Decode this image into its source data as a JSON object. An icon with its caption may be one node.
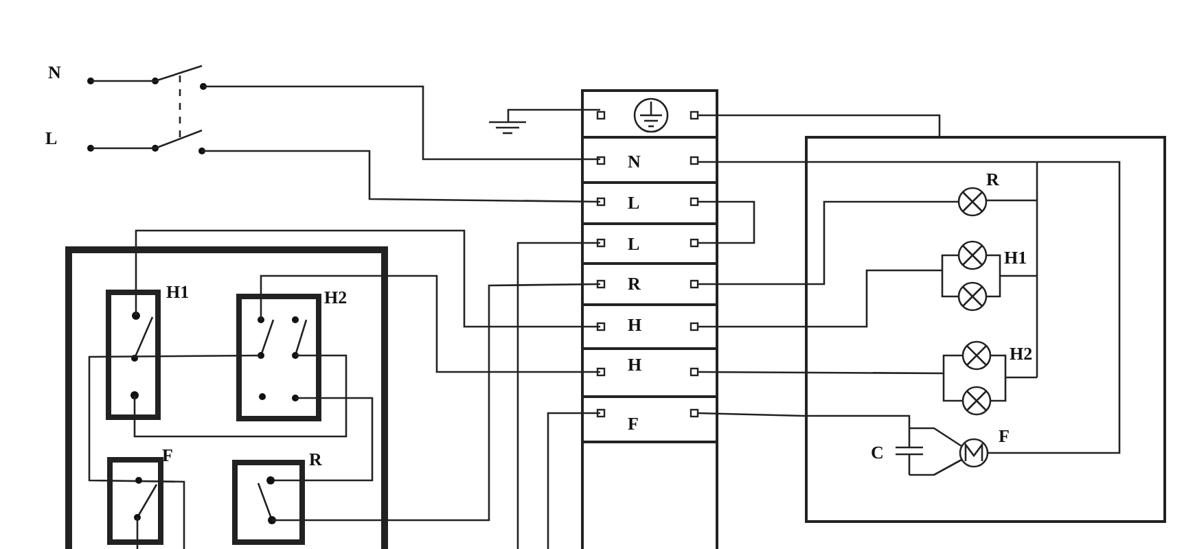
{
  "diagram": {
    "labels": [
      "N",
      "L",
      "H1",
      "H2",
      "F",
      "R",
      "N",
      "L",
      "L",
      "R",
      "H",
      "H",
      "F",
      "R",
      "H1",
      "H2",
      "C",
      "F"
    ]
  }
}
